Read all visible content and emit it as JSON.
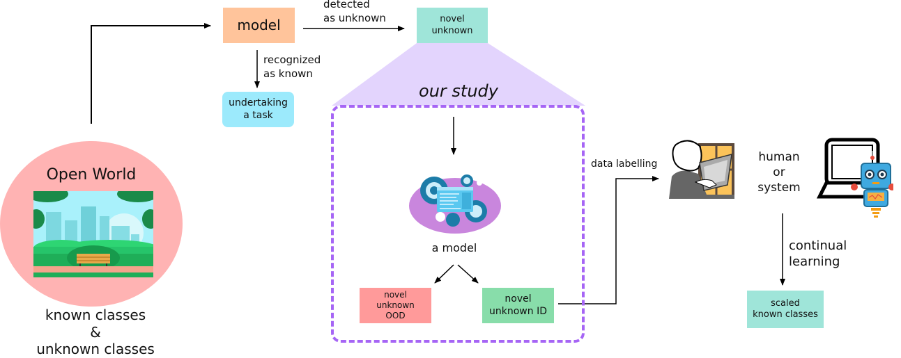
{
  "colors": {
    "model_box": "#ffc49b",
    "novel_unknown_box": "#9fe5d9",
    "undertaking_box": "#9ceafc",
    "study_fill": "#e3d4fd",
    "study_border": "#a665f5",
    "model_ellipse": "#c986dd",
    "ood_box": "#ff9a9a",
    "id_box": "#88ddaa",
    "scaled_box": "#9fe5d9",
    "open_world_circle": "#ffb3b3"
  },
  "open_world": {
    "title": "Open World",
    "caption_line1": "known classes",
    "caption_line2": "&",
    "caption_line3": "unknown classes",
    "image_icon": "city-park-illustration"
  },
  "model_box": {
    "label": "model"
  },
  "edge_detected": {
    "label": "detected\nas unknown"
  },
  "edge_recognized": {
    "label": "recognized\nas known"
  },
  "novel_unknown_box": {
    "label": "novel\nunknown"
  },
  "undertaking_box": {
    "label": "undertaking\na task"
  },
  "study": {
    "title": "our study",
    "model_icon": "gears-dashboard-illustration",
    "model_label": "a model",
    "ood_box": {
      "label": "novel\nunknown\nOOD"
    },
    "id_box": {
      "label": "novel\nunknown ID"
    }
  },
  "edge_data_labelling": {
    "label": "data labelling"
  },
  "human_or_system": {
    "label": "human\nor\nsystem",
    "human_icon": "person-at-laptop",
    "system_icon": "robot-with-laptop"
  },
  "edge_continual": {
    "label": "continual\nlearning"
  },
  "scaled_box": {
    "label": "scaled\nknown classes"
  }
}
